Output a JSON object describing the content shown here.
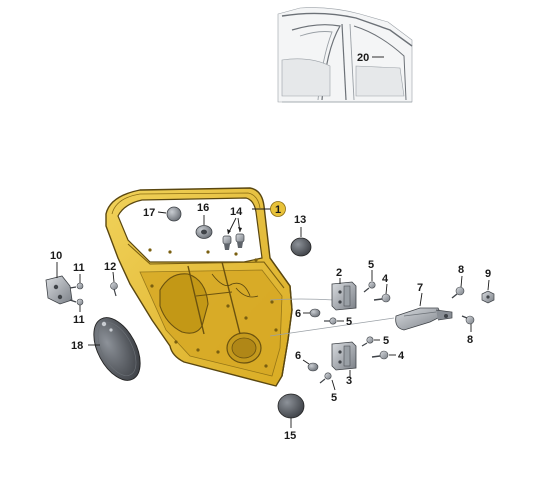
{
  "colors": {
    "door_fill": "#e8c23a",
    "door_shadow": "#b8911c",
    "part_gray": "#8a8f96",
    "part_dark": "#4d5157",
    "callout_badge": "#e8c23a"
  },
  "labels": {
    "p1": "1",
    "p2": "2",
    "p3": "3",
    "p4a": "4",
    "p4b": "4",
    "p5a": "5",
    "p5b": "5",
    "p5c": "5",
    "p5d": "5",
    "p6a": "6",
    "p6b": "6",
    "p7": "7",
    "p8a": "8",
    "p8b": "8",
    "p9": "9",
    "p10": "10",
    "p11a": "11",
    "p11b": "11",
    "p12": "12",
    "p13": "13",
    "p14": "14",
    "p15": "15",
    "p16": "16",
    "p17": "17",
    "p18": "18",
    "p20": "20"
  }
}
